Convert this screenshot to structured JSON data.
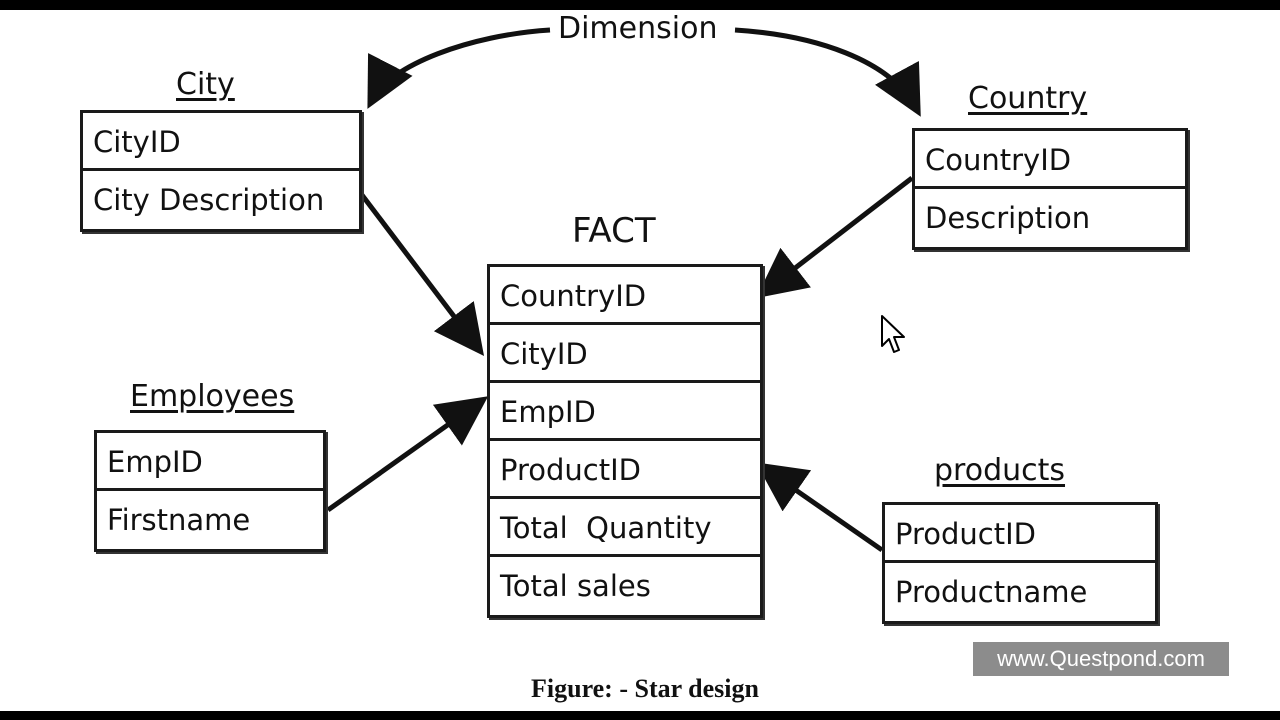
{
  "dimension_label": "Dimension",
  "fact": {
    "title": "FACT",
    "fields": [
      "CountryID",
      "CityID",
      "EmpID",
      "ProductID",
      "Total  Quantity",
      "Total sales"
    ]
  },
  "city": {
    "title": "City",
    "fields": [
      "CityID",
      "City Description"
    ]
  },
  "country": {
    "title": "Country",
    "fields": [
      "CountryID",
      "Description"
    ]
  },
  "employees": {
    "title": "Employees",
    "fields": [
      "EmpID",
      "Firstname"
    ]
  },
  "products": {
    "title": "products",
    "fields": [
      "ProductID",
      "Productname"
    ]
  },
  "watermark": "www.Questpond.com",
  "caption": "Figure: - Star design",
  "colors": {
    "ink": "#111111",
    "watermark_bg": "#8c8c8c",
    "watermark_text": "#ffffff"
  }
}
